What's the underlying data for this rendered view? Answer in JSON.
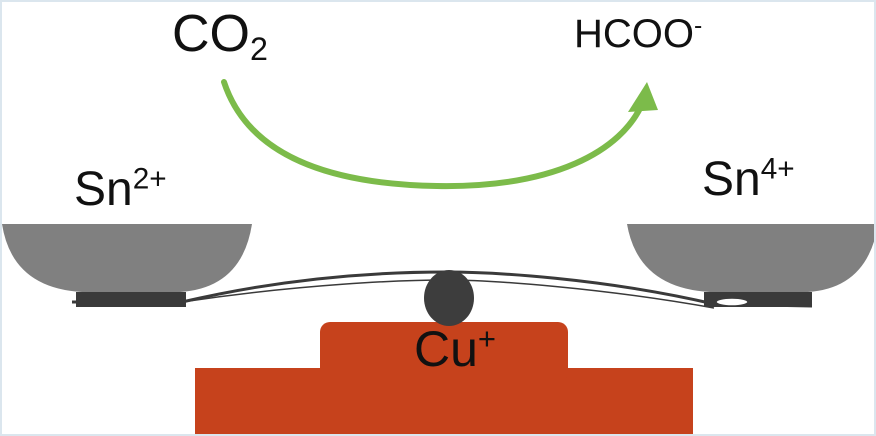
{
  "reaction": {
    "reactant": {
      "base": "CO",
      "sub": "2"
    },
    "product": {
      "base": "HCOO",
      "sup": "-"
    }
  },
  "balance": {
    "left_pan": {
      "base": "Sn",
      "sup": "2+"
    },
    "right_pan": {
      "base": "Sn",
      "sup": "4+"
    },
    "fulcrum": {
      "base": "Cu",
      "sup": "+"
    }
  },
  "colors": {
    "arrow": "#7cbb4a",
    "pan": "#808080",
    "pan_base": "#3a3a3a",
    "beam": "#3a3a3a",
    "fulcrum": "#3d3d3d",
    "stand": "#c6421c",
    "text": "#111111"
  }
}
